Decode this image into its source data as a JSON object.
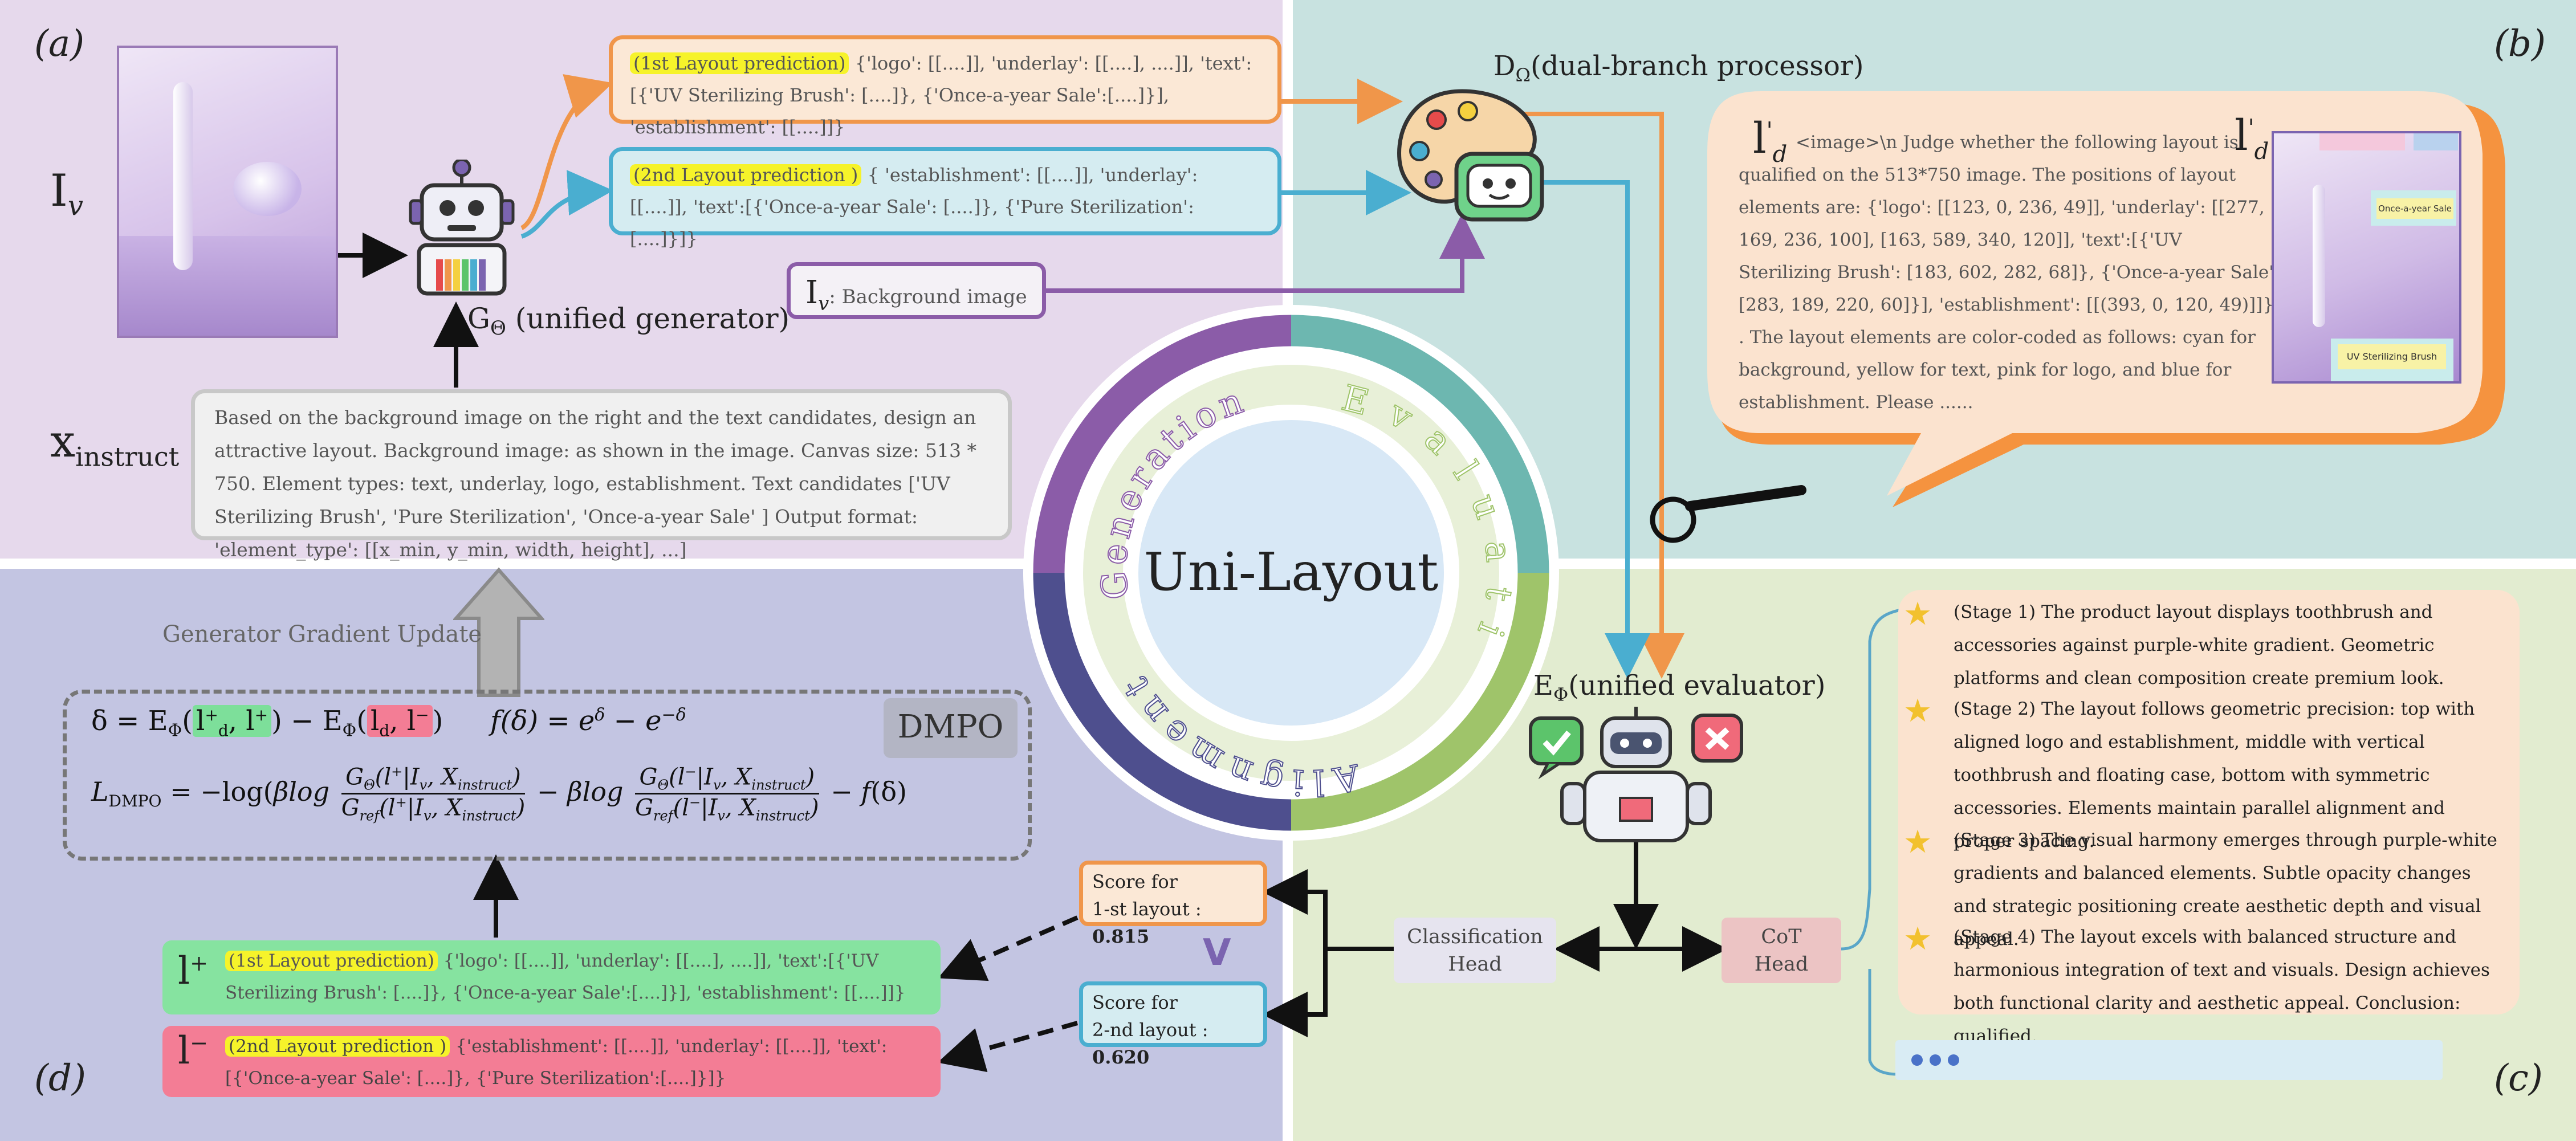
{
  "panels": {
    "a": "(a)",
    "b": "(b)",
    "c": "(c)",
    "d": "(d)"
  },
  "center": {
    "title": "Uni-Layout",
    "ring_generation": "Generation",
    "ring_evaluation": "Evaluation",
    "ring_alignment": "Alignment"
  },
  "panel_a": {
    "iv_label": "I",
    "iv_sub": "v",
    "x_label": "x",
    "x_sub": "instruct",
    "generator_label": "G",
    "generator_sub": "Θ",
    "generator_suffix": " (unified generator)",
    "pred1_tag": "(1st Layout prediction)",
    "pred1_text": " {'logo': [[....]], 'underlay': [[....], ....]], 'text':[{'UV Sterilizing Brush': [....]}, {'Once-a-year Sale':[....]}], 'establishment': [[....]]}",
    "pred2_tag": "(2nd Layout prediction )",
    "pred2_text": " { 'establishment': [[....]], 'underlay': [[....]], 'text':[{'Once-a-year Sale': [....]}, {'Pure Sterilization':[....]}]}",
    "instruct_text": "Based on the background image on the right and the text candidates, design an attractive layout.  Background image: as shown in the image. Canvas size: 513 * 750.  Element types: text, underlay,  logo, establishment.   Text candidates ['UV Sterilizing Brush',  'Pure Sterilization', 'Once-a-year Sale' ] Output format: 'element_type': [[x_min, y_min, width, height], ...]",
    "bg_label": "I",
    "bg_sub": "v",
    "bg_text": ": Background image"
  },
  "panel_b": {
    "processor_label": "D",
    "processor_sub": "Ω",
    "processor_suffix": "(dual-branch processor)",
    "ld_label": "l",
    "ld_sub": "d",
    "ld_sup": "'",
    "bubble_text": "<image>\\n Judge whether the following layout is qualified on the 513*750 image. The positions of layout elements are: {'logo': [[123, 0, 236, 49]], 'underlay': [[277, 169, 236, 100], [163, 589, 340, 120]], 'text':[{'UV Sterilizing Brush': [183, 602, 282, 68]},  {'Once-a-year Sale':[283, 189, 220, 60]}], 'establishment': [[(393, 0, 120, 49)]]} . The layout elements are color-coded as follows: cyan for background, yellow for text, pink for logo, and blue for establishment. Please ......",
    "poster_label_1": "Once-a-year Sale",
    "poster_label_2": "UV Sterilizing Brush"
  },
  "panel_c": {
    "evaluator_label": "E",
    "evaluator_sub": "Φ",
    "evaluator_suffix": "(unified evaluator)",
    "class_head": "Classification Head",
    "cot_head": "CoT Head",
    "stages": [
      "(Stage 1) The product layout displays toothbrush and accessories against purple-white gradient. Geometric platforms and clean composition create premium look.",
      "(Stage 2) The layout follows geometric precision: top with aligned logo and establishment, middle with vertical toothbrush and floating case, bottom with symmetric accessories. Elements maintain parallel alignment and proper spacing.",
      "(Stage 3) The visual harmony emerges through purple-white gradients and balanced elements. Subtle opacity changes and strategic positioning create aesthetic depth and visual appeal.",
      "(Stage 4) The layout excels with balanced structure and harmonious integration of text and visuals. Design achieves both functional clarity and aesthetic appeal. Conclusion: qualified."
    ],
    "score1_line1": "Score for",
    "score1_line2": "1-st layout : ",
    "score1_value": "0.815",
    "score2_line1": "Score for",
    "score2_line2": "2-nd layout : ",
    "score2_value": "0.620",
    "compare": "V"
  },
  "panel_d": {
    "gradient_update": "Generator Gradient Update",
    "dmpo_badge": "DMPO",
    "delta_eq": "δ = E",
    "f_eq": "f(δ) = e",
    "loss_label": "L",
    "loss_sub": "DMPO",
    "lplus_label": "l",
    "lplus_sup": "+",
    "lminus_label": "l",
    "lminus_sup": "−",
    "lplus_tag": "(1st Layout prediction)",
    "lplus_text": " {'logo': [[....]], 'underlay': [[....], ....]], 'text':[{'UV Sterilizing Brush': [....]},  {'Once-a-year Sale':[....]}], 'establishment': [[....]]}",
    "lminus_tag": "(2nd Layout prediction )",
    "lminus_text": " {'establishment': [[....]], 'underlay': [[....]], 'text':[{'Once-a-year Sale': [....]},  {'Pure Sterilization':[....]}]}"
  },
  "colors": {
    "panel_a_bg": "#e6d9ec",
    "panel_b_bg": "#c8e2e0",
    "panel_c_bg": "#e2ecd0",
    "panel_d_bg": "#c3c5e2",
    "orange": "#f0964a",
    "teal": "#4aaed0",
    "purple": "#8b5ca8",
    "green_ring": "#9fc46a",
    "navy_ring": "#4e4f8e"
  }
}
